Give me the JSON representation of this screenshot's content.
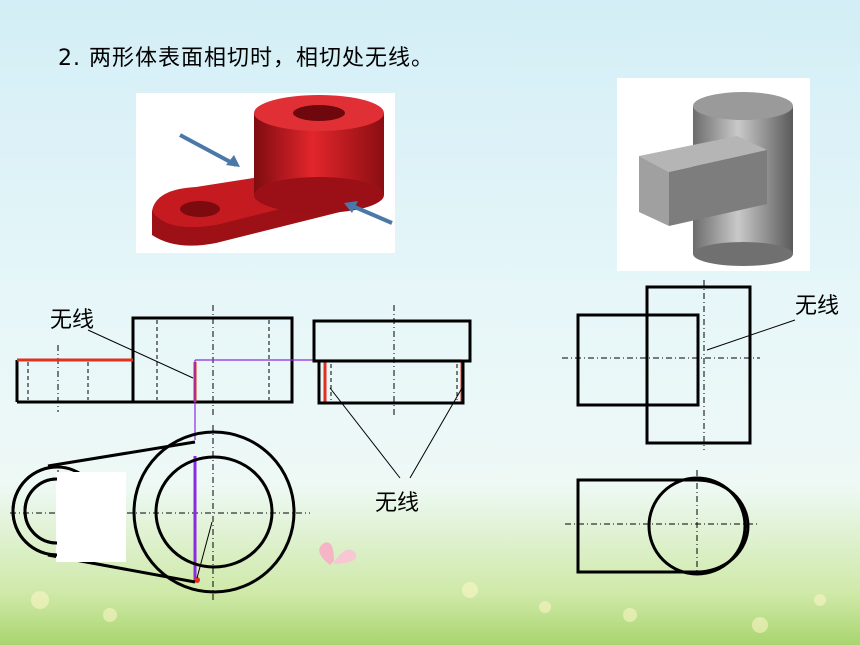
{
  "slide": {
    "title": "2. 两形体表面相切时，相切处无线。",
    "label_left": "无线",
    "label_middle": "无线",
    "label_right": "无线"
  },
  "colors": {
    "outline": "#000000",
    "tangent_edge": "#e0301e",
    "projection_line": "#8a2be2",
    "model_red": "#c8161e",
    "model_gray": "#8c8c8c"
  }
}
